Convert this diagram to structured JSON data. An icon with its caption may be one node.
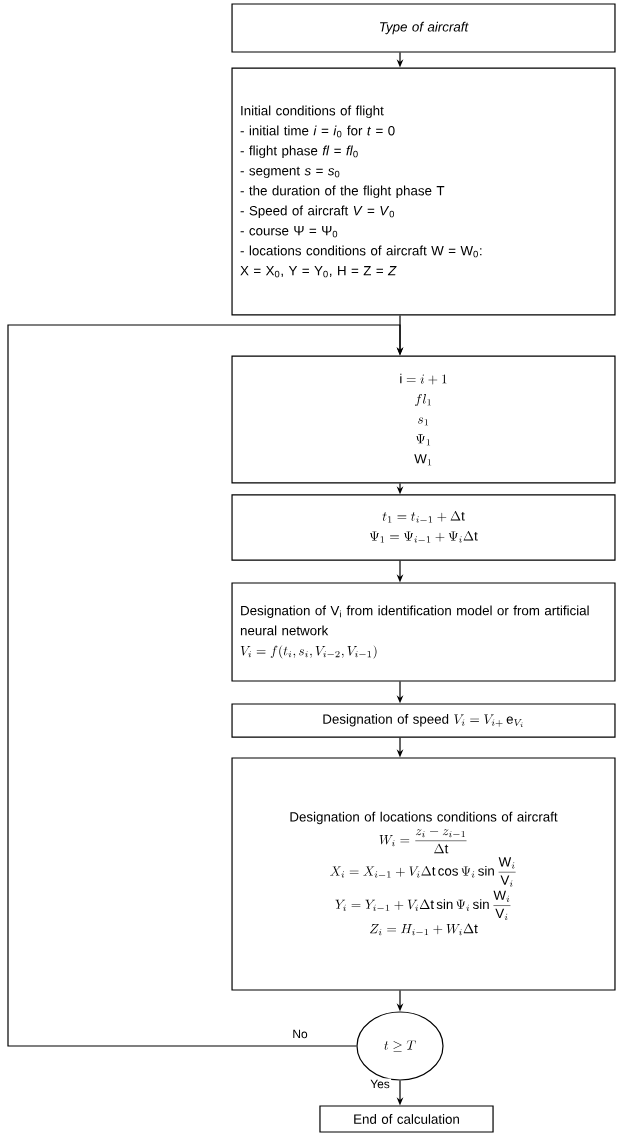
{
  "diagram": {
    "nodes": [
      {
        "text": [
          "Type of aircraft"
        ]
      },
      {
        "text": [
          "Initial conditions of flight",
          "- initial time *i* = *i*$_{0}$ for *t* = 0",
          "- flight phase *fl* = *fl*$_{0}$",
          "- segment *s* = *s*$_{0}$",
          "- the duration of the flight phase T",
          "- Speed of aircraft *V* = *V*$_{0}$",
          "- course Ψ = Ψ$_{0}$",
          "- locations conditions of aircraft W = W$_{0}$:",
          "X = X$_{0}$, Y = Y$_{0}$, H = Z = *Z*"
        ]
      },
      {
        "text": [
          "\\mathrm{i} = i + 1",
          "fl_1",
          "s_1",
          "\\Psi_1",
          "\\mathrm{W}_1"
        ]
      },
      {
        "text": [
          "t_1 = t_{i-1} + \\Delta \\mathrm{t}",
          "\\Psi_1 = \\Psi_{i-1} + \\Psi_i \\Delta \\mathrm{t}"
        ]
      },
      {
        "text": [
          "Designation of V$_{i}$ from identification model or from artificial neural network",
          "V_i = f(t_i, s_i, V_{i-2}, V_{i-1})"
        ]
      },
      {
        "text": [
          "\\mbox{Designation of speed } V_i = V_{i+}\\,\\mathrm{e}_{V_i}"
        ]
      },
      {
        "text": [
          "Designation of locations conditions of aircraft",
          "W_i = \\frac{z_i - z_{i-1}}{\\Delta \\mathrm{t}}",
          "X_i = X_{i-1} + V_i \\Delta \\mathrm{t} \\cos \\Psi_i \\sin \\frac{\\mathrm{W}_i}{\\mathrm{V}_i}",
          "Y_i = Y_{i-1} + V_i \\Delta \\mathrm{t} \\sin \\Psi_i \\sin \\frac{\\mathrm{W}_i}{\\mathrm{V}_i}",
          "Z_i = H_{i-1} + W_i \\Delta \\mathrm{t}"
        ]
      },
      {
        "text": [
          "t \\geq T"
        ]
      },
      {
        "text": [
          "End of calculation"
        ]
      }
    ],
    "edges": [
      {
        "from": 0,
        "to": 1,
        "arrow": "to"
      },
      {
        "from": 1,
        "to": 2,
        "arrow": "to"
      },
      {
        "from": 2,
        "to": 3,
        "arrow": "to"
      },
      {
        "from": 3,
        "to": 4,
        "arrow": "to"
      },
      {
        "from": 4,
        "to": 5,
        "arrow": "to"
      },
      {
        "from": 5,
        "to": 6,
        "arrow": "to"
      },
      {
        "from": 6,
        "to": 7,
        "arrow": "to"
      },
      {
        "from": 7,
        "to": 2,
        "arrow": "to",
        "label": "No"
      },
      {
        "from": 7,
        "to": 8,
        "arrow": "to",
        "label": "Yes"
      }
    ]
  }
}
